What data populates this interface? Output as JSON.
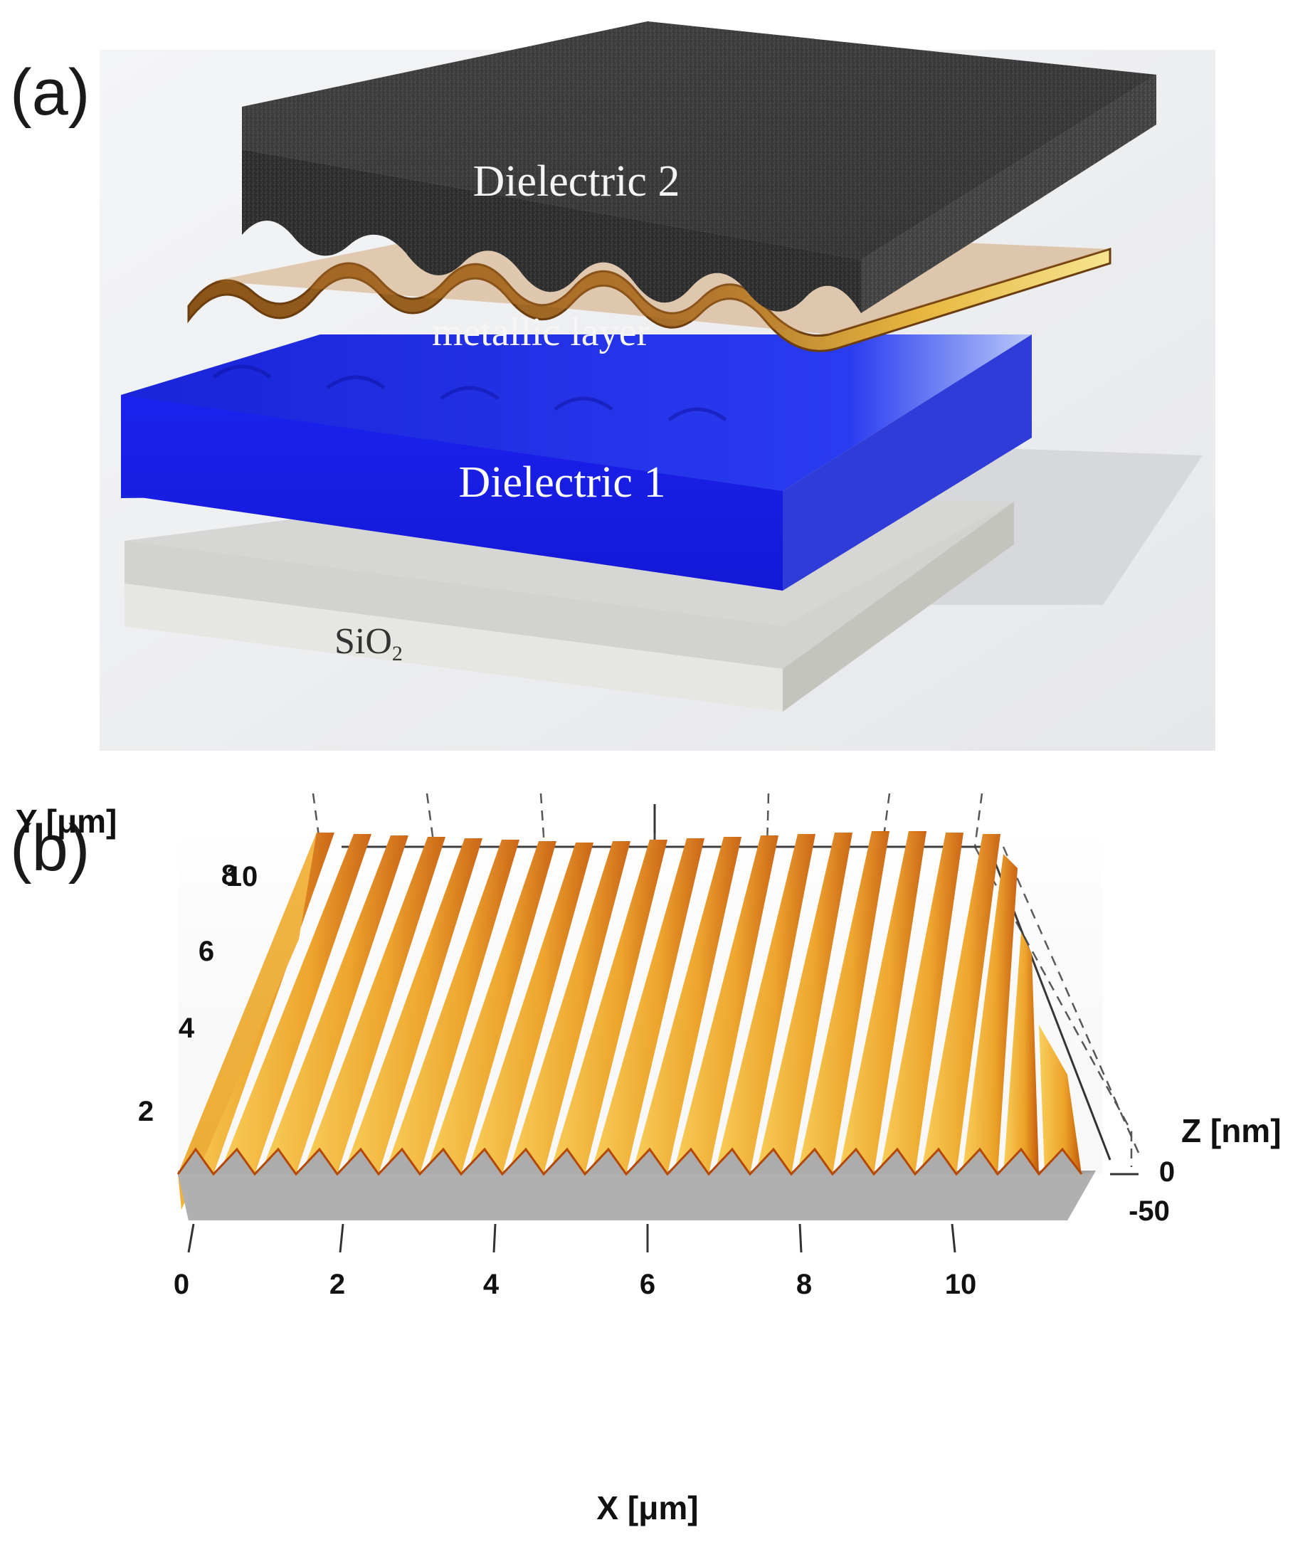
{
  "panel_a": {
    "label": "(a)",
    "layers": {
      "dielectric2": "Dielectric 2",
      "metal": "metallic layer",
      "dielectric1": "Dielectric 1",
      "substrate": "SiO",
      "substrate_sub": "2"
    },
    "colors": {
      "dielectric2": "#3c3c3c",
      "metal": "#c8893a",
      "dielectric1": "#1a28f0",
      "substrate": "#d8d8d4"
    }
  },
  "panel_b": {
    "label": "(b)",
    "axes": {
      "x_label": "X [μm]",
      "y_label": "Y [μm]",
      "z_label": "Z [nm]",
      "x_ticks": [
        "0",
        "2",
        "4",
        "6",
        "8",
        "10"
      ],
      "y_ticks": [
        "2",
        "4",
        "6",
        "8",
        "10"
      ],
      "z_ticks": [
        "0",
        "-50"
      ]
    },
    "colors": {
      "ridge_light": "#f6c55a",
      "ridge_dark": "#d97a10",
      "base": "#a8a8a8"
    }
  }
}
